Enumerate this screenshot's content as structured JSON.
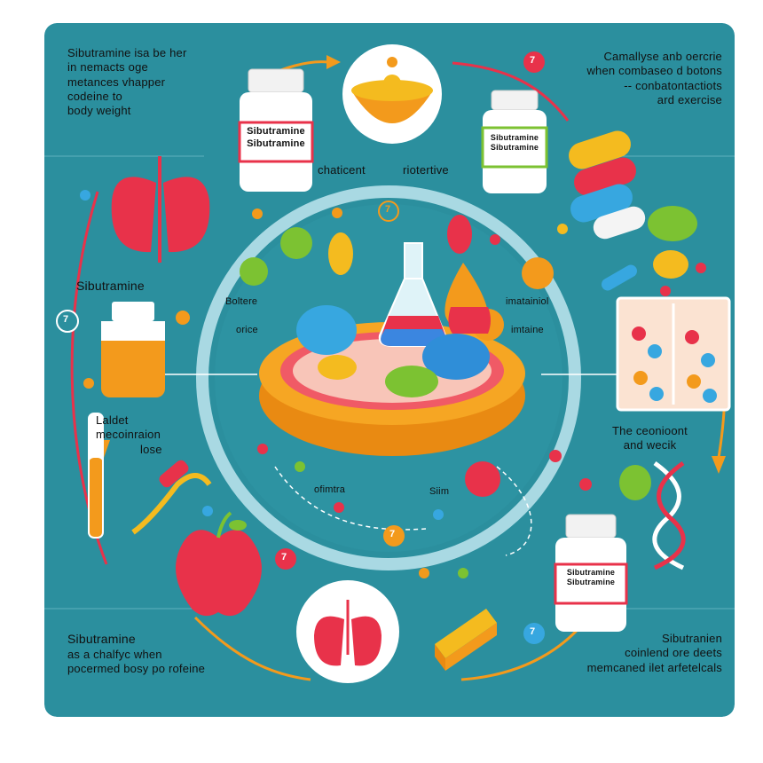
{
  "colors": {
    "background": "#2b8f9e",
    "circle": "#bfe6ee",
    "accent_orange": "#f39a1c",
    "accent_red": "#e8324a",
    "pill_blue": "#37a7e0",
    "pill_green": "#7cc232",
    "pill_yellow": "#f4bb1f"
  },
  "top_left_text": [
    "Sibutramine isa be her",
    "in nemacts oge",
    "metances vhapper",
    "codeine to",
    "body weight"
  ],
  "top_right_text": [
    "Camallyse anb oercrie",
    "when combaseo d botons",
    "-- conbatontactiots",
    "ard exercise"
  ],
  "bottle_top_left_label": [
    "Sibutramine",
    "Sibutramine"
  ],
  "bottle_top_right_label": [
    "Sibutramine",
    "Sibutramine"
  ],
  "bottle_bottom_right_label": [
    "Sibutramine",
    "Sibutramine"
  ],
  "center_labels": {
    "chaticent": "chaticent",
    "riotertive": "riotertive",
    "boltere": "Boltere",
    "orice": "orice",
    "imatainiol": "imatainiol",
    "imtaine": "imtaine",
    "ofimtra": "ofimtra",
    "siim": "Siim"
  },
  "left_middle_label": "Sibutramine",
  "left_lower_text": [
    "Laldet",
    "mecoinraion",
    "lose"
  ],
  "right_lower_text": [
    "The ceonioont",
    "and wecik"
  ],
  "bottom_left_text": [
    "Sibutramine",
    "as a chalfyc when",
    "pocermed bosy po rofeine"
  ],
  "bottom_right_text": [
    "Sibutranien",
    "coinlend ore deets",
    "memcaned ilet arfetelcals"
  ],
  "badge_number": "7",
  "icons": [
    "lungs-icon",
    "apple-icon",
    "dna-icon",
    "flask-icon",
    "pill-bottle-icon",
    "syringe-icon",
    "bowl-icon",
    "cheese-icon"
  ]
}
